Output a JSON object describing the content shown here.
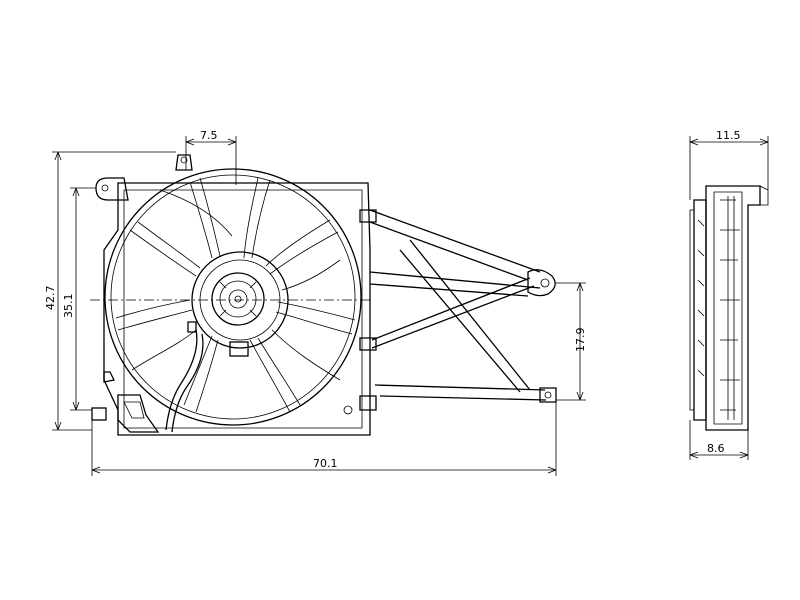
{
  "dimensions": {
    "overall_width": "70.1",
    "overall_height": "42.7",
    "inner_height": "35.1",
    "bracket_offset": "17.9",
    "top_offset": "7.5",
    "side_depth_top": "11.5",
    "side_depth_bottom": "8.6"
  }
}
